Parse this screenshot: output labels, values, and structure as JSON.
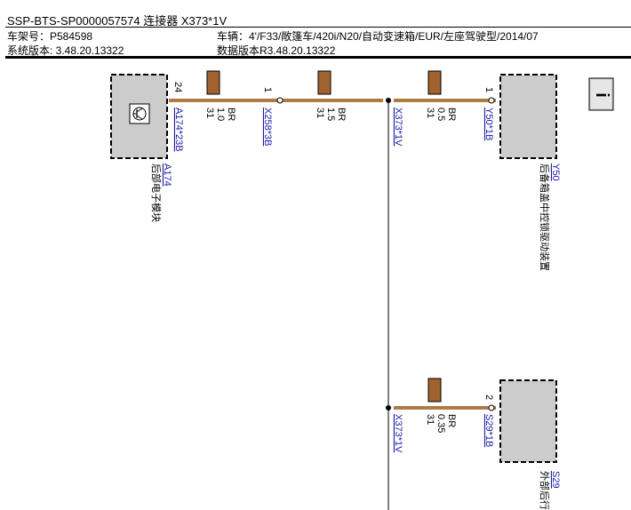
{
  "header": {
    "title": "SSP-BTS-SP0000057574 连接器 X373*1V",
    "vin": "车架号：P584598",
    "vehicle": "车辆：4'/F33/敞篷车/420i/N20/自动变速箱/EUR/左座驾驶型/2014/07",
    "system_version": "系统版本: 3.48.20.13322",
    "data_version": "数据版本R3.48.20.13322"
  },
  "info_icon": "i",
  "components": {
    "a174": {
      "id": "A174",
      "name": "后部电子模块",
      "pin_ref": "A174*23B",
      "pin": "24",
      "icon": "transistor-icon"
    },
    "y50": {
      "id": "Y50",
      "name": "后备箱盖中控锁驱动装置",
      "pin_ref": "Y50*1B",
      "pin": "1"
    },
    "s29": {
      "id": "S29",
      "name": "外部后行",
      "pin_ref": "S29*1B",
      "pin": "2"
    }
  },
  "connectors": {
    "x258": {
      "ref": "X258*3B",
      "pin": "1"
    },
    "x373_top": {
      "ref": "X373*1V"
    },
    "x373_bottom": {
      "ref": "X373*1V"
    }
  },
  "wires": {
    "w1": {
      "num": "31",
      "size": "1.0",
      "color": "BR"
    },
    "w2": {
      "num": "31",
      "size": "1.5",
      "color": "BR"
    },
    "w3": {
      "num": "31",
      "size": "0.5",
      "color": "BR"
    },
    "w4": {
      "num": "31",
      "size": "0.35",
      "color": "BR"
    }
  },
  "colors": {
    "wire": "#b07a44",
    "wire_tag": "#a0632f",
    "component_fill": "#cccccc",
    "link": "#1a1aa8"
  }
}
